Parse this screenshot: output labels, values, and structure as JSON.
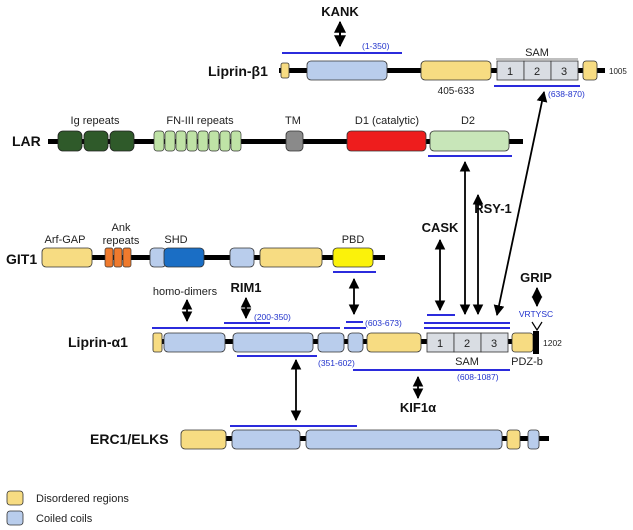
{
  "colors": {
    "disordered": "#f7dc82",
    "coiled": "#b9cdec",
    "sam": "#d9dde3",
    "ig": "#2f5a2a",
    "fn3": "#bfe3a6",
    "tm": "#8a8a8a",
    "d1": "#ee1d1d",
    "d2": "#c8e6b9",
    "ank": "#ef7a2d",
    "shd": "#1a6ec5",
    "pbd": "#fbf20a",
    "blue_line": "#2b2bdc",
    "backbone": "#000000"
  },
  "liprin_beta1": {
    "name": "Liprin-β1",
    "partner": "KANK",
    "kank_range": "(1-350)",
    "sam_label": "SAM",
    "sam_repeats": [
      "1",
      "2",
      "3"
    ],
    "sam_range": "(638-870)",
    "disordered_range": "405-633",
    "end_number": "1005"
  },
  "lar": {
    "name": "LAR",
    "ig_label": "Ig repeats",
    "fn_label": "FN-III repeats",
    "tm_label": "TM",
    "d1_label": "D1 (catalytic)",
    "d2_label": "D2"
  },
  "git1": {
    "name": "GIT1",
    "arfgap_label": "Arf-GAP",
    "ank_label_1": "Ank",
    "ank_label_2": "repeats",
    "shd_label": "SHD",
    "pbd_label": "PBD"
  },
  "liprin_alpha1": {
    "name": "Liprin-α1",
    "homodimers_label": "homo-dimers",
    "rim1_label": "RIM1",
    "rim1_range": "(200-350)",
    "range_351_602": "(351-602)",
    "range_603_673": "(603-673)",
    "cask_label": "CASK",
    "rsy1_label": "RSY-1",
    "grip_label": "GRIP",
    "vrtysc_label": "VRTYSC",
    "end_number": "1202",
    "sam_label": "SAM",
    "sam_repeats": [
      "1",
      "2",
      "3"
    ],
    "sam_range": "(608-1087)",
    "pdzb_label": "PDZ-b",
    "kif1a_label": "KIF1α"
  },
  "erc1": {
    "name": "ERC1/ELKS"
  },
  "legend": {
    "disordered_label": "Disordered regions",
    "coiled_label": "Coiled coils"
  }
}
